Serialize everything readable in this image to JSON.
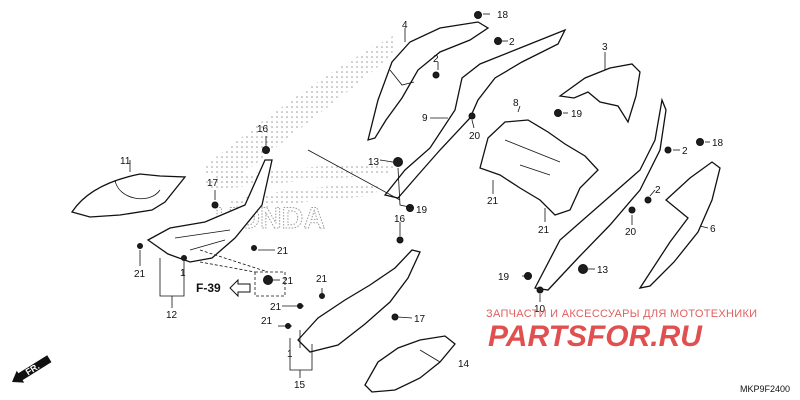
{
  "diagram": {
    "callouts": {
      "c1a": "1",
      "c1b": "1",
      "c2a": "2",
      "c2b": "2",
      "c2c": "2",
      "c3": "3",
      "c4": "4",
      "c6": "6",
      "c8": "8",
      "c9": "9",
      "c10": "10",
      "c11": "11",
      "c12": "12",
      "c13a": "13",
      "c13b": "13",
      "c14": "14",
      "c15": "15",
      "c16a": "16",
      "c16b": "16",
      "c17a": "17",
      "c17b": "17",
      "c18a": "18",
      "c18b": "18",
      "c19a": "19",
      "c19b": "19",
      "c20a": "20",
      "c20b": "20",
      "c21a": "21",
      "c21b": "21",
      "c21c": "21",
      "c21d": "21",
      "c21e": "21",
      "c21f": "21",
      "c21g": "21",
      "c21h": "21"
    },
    "reference": "F-39",
    "brand_watermark": "HONDA",
    "front_arrow": "FR.",
    "diagram_code": "MKP9F2400"
  },
  "watermark": {
    "top_text": "ЗАПЧАСТИ И АКСЕССУАРЫ ДЛЯ МОТОТЕХНИКИ",
    "logo_text": "PARTSFOR.RU"
  },
  "colors": {
    "line": "#111111",
    "watermark_red": "#e05050",
    "dots": "#9a9a9a"
  }
}
